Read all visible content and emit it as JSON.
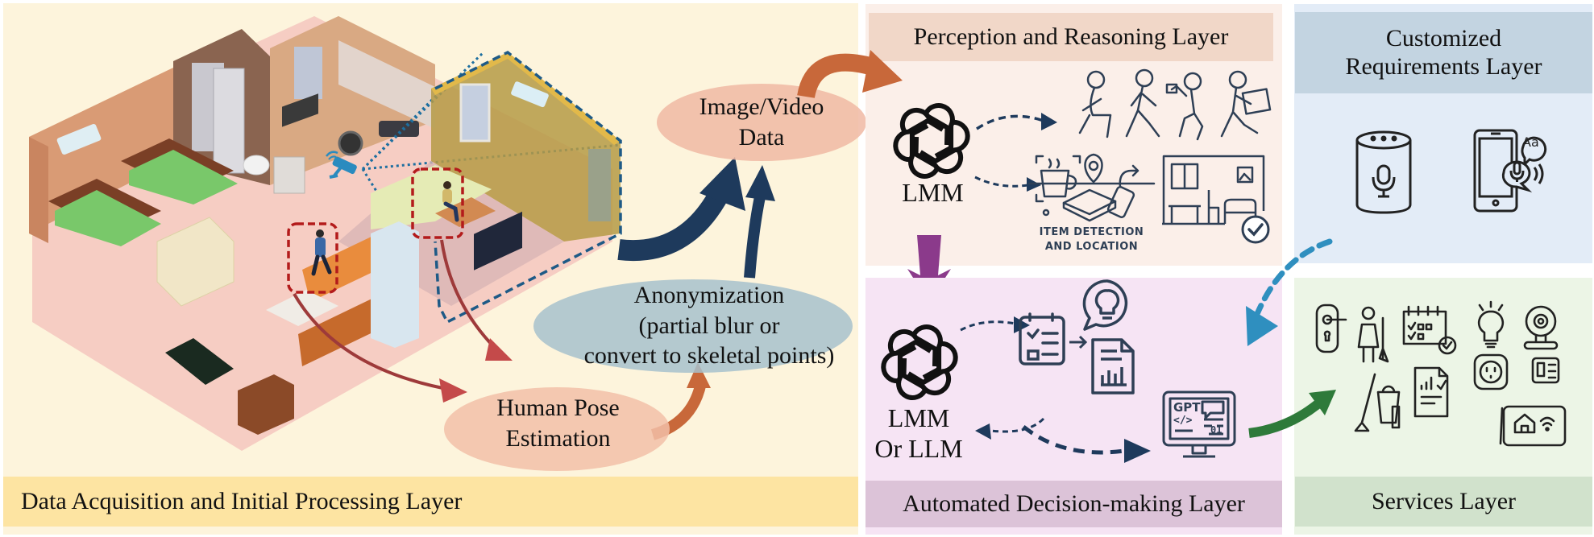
{
  "colors": {
    "acquisition_bg": "#fdf4dc",
    "acquisition_band": "#fde4a2",
    "perception_bg": "#fbefe9",
    "perception_band": "#f1d7c8",
    "decision_bg": "#f6e4f4",
    "decision_band": "#dcc3d8",
    "requirements_bg": "#e3ecf7",
    "requirements_band": "#c3d4e1",
    "services_bg": "#ecf5e6",
    "services_band": "#d1e2cc",
    "navy": "#1e3a5c",
    "orange": "#c8683a",
    "purple": "#8b3a8b",
    "teal_blue": "#2f8fbf",
    "green": "#2e7a3a",
    "maroon": "#9e3a3a",
    "icon_stroke": "#2e3f55"
  },
  "layers": {
    "acquisition": {
      "title": "Data Acquisition and Initial Processing Layer"
    },
    "perception": {
      "title": "Perception and Reasoning Layer"
    },
    "decision": {
      "title": "Automated Decision-making Layer"
    },
    "requirements": {
      "title_line1": "Customized",
      "title_line2": "Requirements Layer"
    },
    "services": {
      "title": "Services Layer"
    }
  },
  "bubbles": {
    "image_video": {
      "line1": "Image/Video",
      "line2": "Data"
    },
    "anonymization": {
      "line1": "Anonymization",
      "line2": "(partial blur or",
      "line3": "convert to skeletal points)"
    },
    "pose": {
      "line1": "Human Pose",
      "line2": "Estimation"
    }
  },
  "perception": {
    "model_label": "LMM",
    "item_detection_line1": "ITEM DETECTION",
    "item_detection_line2": "AND LOCATION",
    "icons": [
      "sitting-person-icon",
      "walking-person-icon",
      "drinking-person-icon",
      "carrying-box-person-icon",
      "cup-detection-icon",
      "location-pin-icon",
      "book-icon",
      "phone-icon",
      "room-scene-icon",
      "checkmark-icon"
    ]
  },
  "decision": {
    "model_label_line1": "LMM",
    "model_label_line2": "Or LLM",
    "screen_text_gpt": "GPT",
    "screen_text_code": "</>",
    "screen_text_binary": "01",
    "icons": [
      "calendar-checklist-icon",
      "lightbulb-speech-icon",
      "report-chart-icon",
      "gpt-computer-icon"
    ]
  },
  "requirements": {
    "icons": [
      "smart-speaker-icon",
      "smartphone-voice-icon"
    ],
    "speech_bubble_text": "Aa"
  },
  "services": {
    "icons": [
      "door-lock-icon",
      "housekeeper-icon",
      "calendar-check-icon",
      "lightbulb-icon",
      "webcam-icon",
      "cleaning-bucket-icon",
      "report-icon",
      "power-outlet-icon",
      "light-switch-icon",
      "smart-home-tablet-icon"
    ]
  },
  "scene": {
    "description": "isometric apartment floor plan with camera and monitored persons",
    "icons": [
      "security-camera-icon",
      "person-walking-highlight",
      "person-sitting-highlight"
    ]
  }
}
